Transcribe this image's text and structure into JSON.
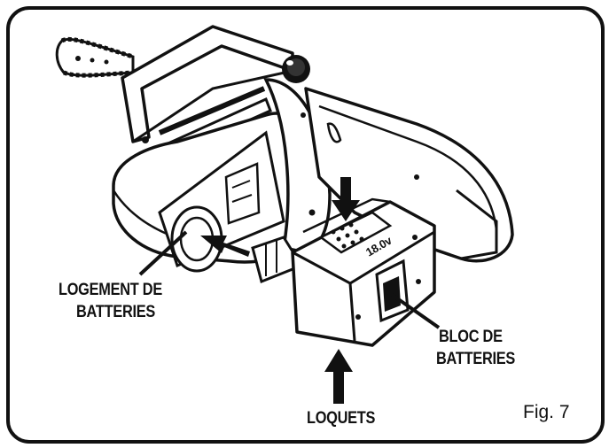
{
  "figure_label": "Fig. 7",
  "battery_voltage": "18.0v",
  "callouts": {
    "housing": {
      "line1": "LOGEMENT DE",
      "line2": "BATTERIES"
    },
    "pack": {
      "line1": "BLOC DE",
      "line2": "BATTERIES"
    },
    "latches": "LOQUETS"
  },
  "colors": {
    "ink": "#111111",
    "paper": "#ffffff",
    "shade": "#d9d9d9"
  }
}
